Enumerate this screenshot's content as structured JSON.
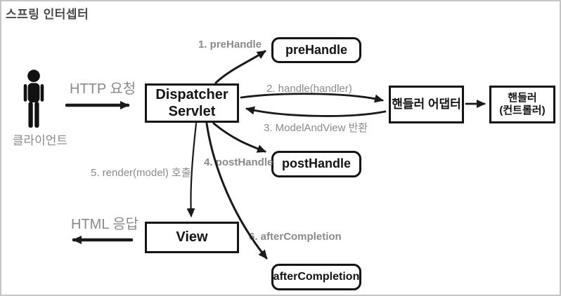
{
  "title": "스프링 인터셉터",
  "client": {
    "label": "클라이언트"
  },
  "flow_labels": {
    "http_request": "HTTP 요청",
    "html_response": "HTML 응답",
    "step1": "1. preHandle",
    "step2": "2. handle(handler)",
    "step3": "3. ModelAndView 반환",
    "step4": "4. postHandle",
    "step5": "5. render(model) 호출",
    "step6": "6. afterCompletion"
  },
  "nodes": {
    "dispatcher_servlet": {
      "line1": "Dispatcher",
      "line2": "Servlet"
    },
    "pre_handle": {
      "label": "preHandle"
    },
    "post_handle": {
      "label": "postHandle"
    },
    "after_completion": {
      "label": "afterCompletion"
    },
    "handler_adapter": {
      "label": "핸들러 어댑터"
    },
    "handler": {
      "line1": "핸들러",
      "line2": "(컨트롤러)"
    },
    "view": {
      "label": "View"
    }
  },
  "colors": {
    "stroke": "#1a1a1a",
    "muted_text": "#8a8a8a",
    "title_text": "#4a4a4a",
    "background": "#ffffff",
    "frame_border": "#c5c5c5"
  }
}
